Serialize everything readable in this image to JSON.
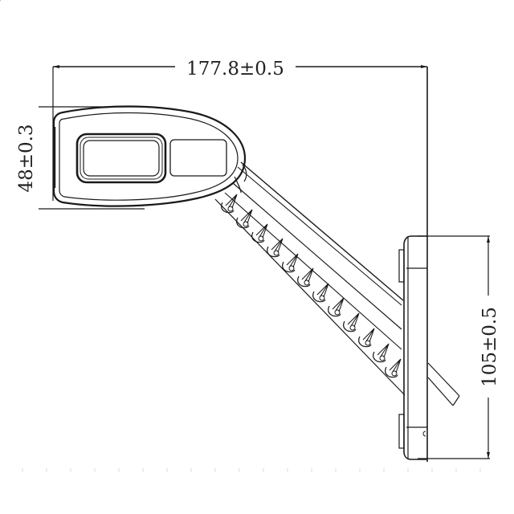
{
  "drawing": {
    "subject": "side marker lamp with angled rubber arm",
    "line_color": "#1a1a1a",
    "background": "#ffffff"
  },
  "dimensions": {
    "overall_width": {
      "label": "177.8±0.5",
      "orientation": "horizontal",
      "position": "top"
    },
    "lamp_height": {
      "label": "48±0.3",
      "orientation": "vertical",
      "position": "left"
    },
    "base_height": {
      "label": "105±0.5",
      "orientation": "vertical",
      "position": "right"
    }
  },
  "components": [
    {
      "name": "lamp head",
      "features": [
        "main lens (rounded rectangle)",
        "secondary lens (rectangle)"
      ]
    },
    {
      "name": "angled arm",
      "features": [
        "ribbed flexible rubber segments",
        "12 ribs"
      ]
    },
    {
      "name": "mounting base",
      "features": [
        "upper mounting tab",
        "lower mounting tab",
        "cable exit"
      ]
    }
  ]
}
